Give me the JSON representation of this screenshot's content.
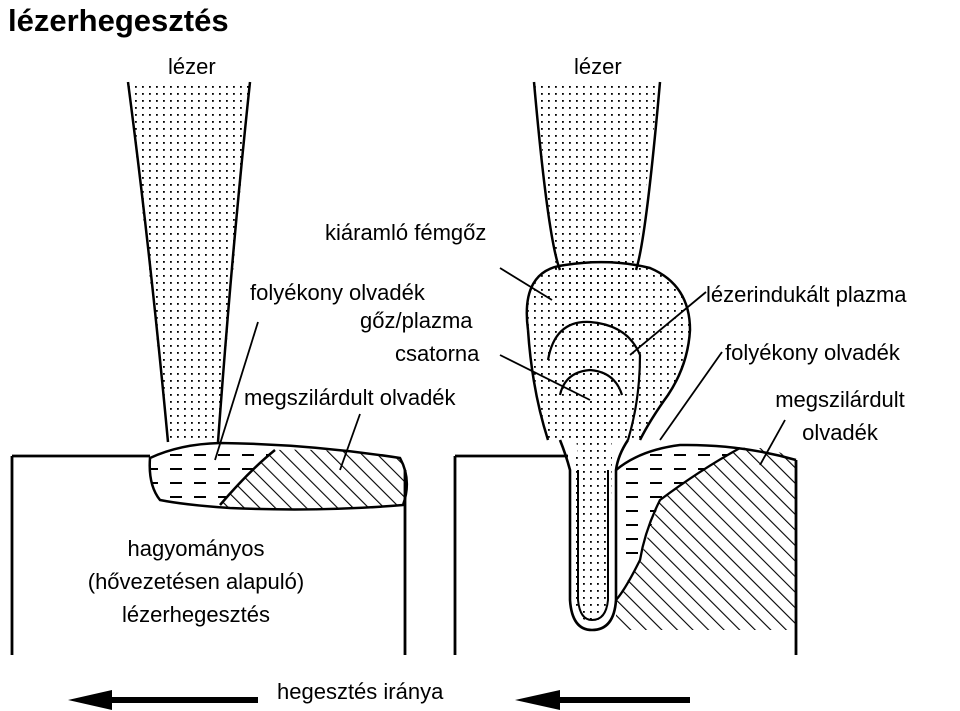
{
  "title": "lézerhegesztés",
  "left_diagram": {
    "laser_label": "lézer",
    "liquid_melt_label": "folyékony olvadék",
    "solidified_melt_label": "megszilárdult olvadék",
    "caption_lines": [
      "hagyományos",
      "(hővezetésen alapuló)",
      "lézerhegesztés"
    ]
  },
  "right_diagram": {
    "laser_label": "lézer",
    "metal_vapor_label": "kiáramló fémgőz",
    "channel_label_lines": [
      "gőz/plazma",
      "csatorna"
    ],
    "plasma_label": "lézerindukált plazma",
    "liquid_melt_label": "folyékony olvadék",
    "solidified_melt_label_lines": [
      "megszilárdult",
      "olvadék"
    ]
  },
  "welding_direction_label": "hegesztés iránya",
  "colors": {
    "ink": "#000000",
    "background": "#ffffff"
  }
}
